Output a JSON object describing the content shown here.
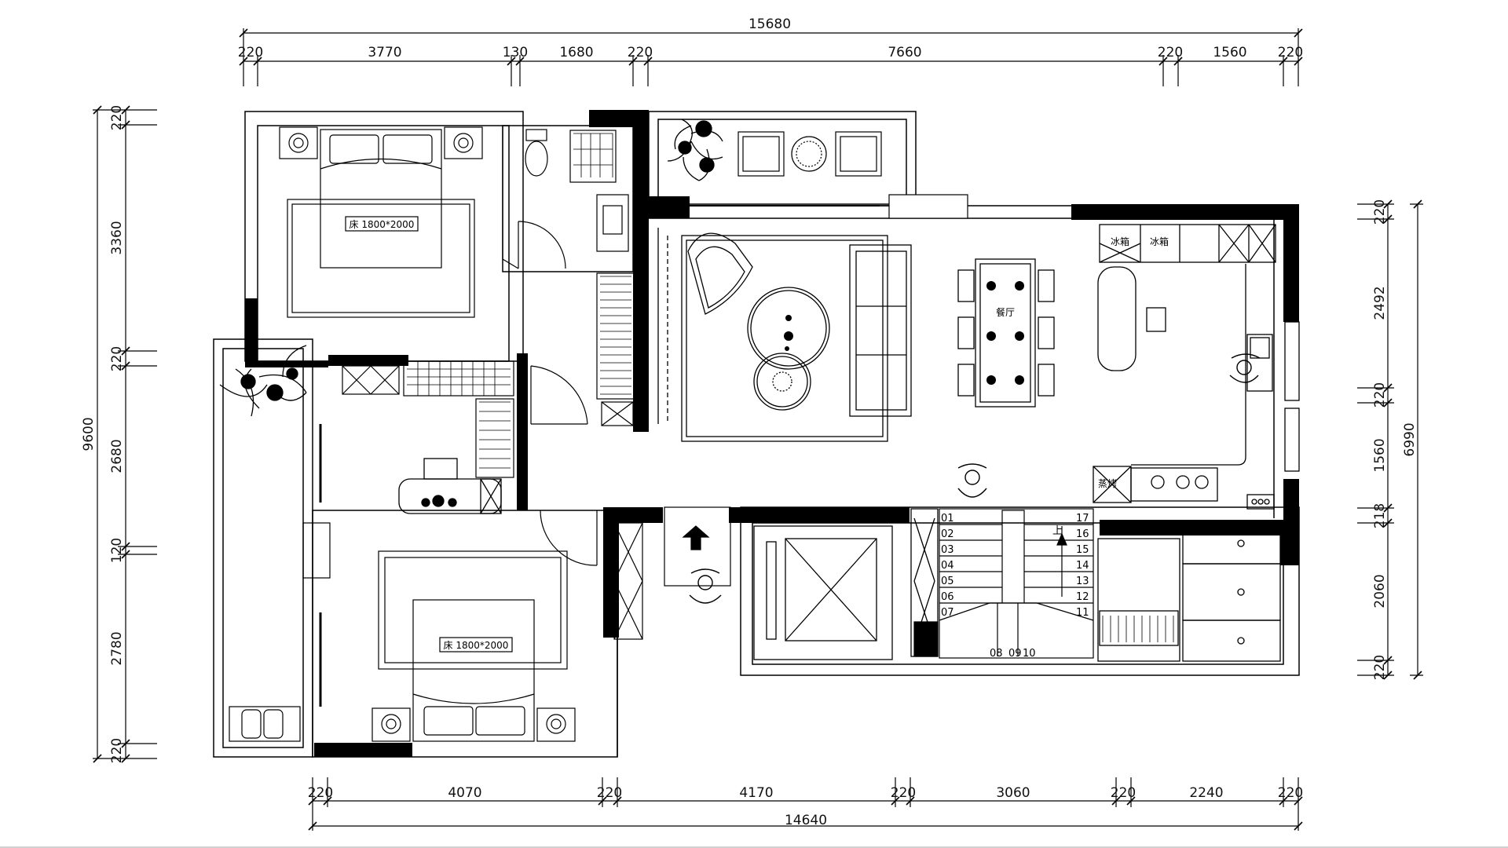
{
  "dimensions": {
    "top_total": "15680",
    "top_segments": [
      "220",
      "3770",
      "130",
      "1680",
      "220",
      "7660",
      "220",
      "1560",
      "220"
    ],
    "bottom_total": "14640",
    "bottom_segments": [
      "220",
      "4070",
      "220",
      "4170",
      "220",
      "3060",
      "220",
      "2240",
      "220"
    ],
    "left_total": "9600",
    "left_segments": [
      "220",
      "3360",
      "220",
      "2680",
      "120",
      "2780",
      "220"
    ],
    "right_total": "6990",
    "right_segments": [
      "220",
      "2492",
      "220",
      "1560",
      "218",
      "2060",
      "220"
    ]
  },
  "labels": {
    "master_bed": "床 1800*2000",
    "second_bed": "床 1800*2000",
    "dining": "餐厅",
    "fridge_1": "冰箱",
    "fridge_2": "冰箱",
    "oven": "蒸烤",
    "stair_up": "上"
  },
  "stairs": {
    "left_steps": [
      "01",
      "02",
      "03",
      "04",
      "05",
      "06",
      "07"
    ],
    "right_steps": [
      "17",
      "16",
      "15",
      "14",
      "13",
      "12",
      "11"
    ],
    "bottom_steps": [
      "08",
      "09",
      "10"
    ]
  },
  "colors": {
    "line": "#000000",
    "wall": "#000000",
    "background": "#ffffff"
  }
}
